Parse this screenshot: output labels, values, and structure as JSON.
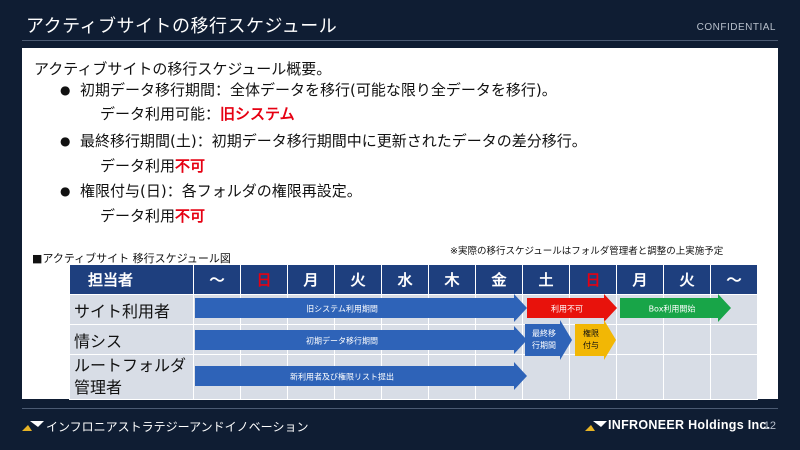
{
  "header": {
    "title": "アクティブサイトの移行スケジュール",
    "confidential": "CONFIDENTIAL"
  },
  "body": {
    "intro": "アクティブサイトの移行スケジュール概要。",
    "items": [
      {
        "text": "初期データ移行期間：全体データを移行(可能な限り全データを移行)。",
        "sub_prefix": "データ利用可能：",
        "sub_emph": "旧システム"
      },
      {
        "text": "最終移行期間(土)：初期データ移行期間中に更新されたデータの差分移行。",
        "sub_prefix": "データ利用",
        "sub_emph": "不可"
      },
      {
        "text": "権限付与(日)：各フォルダの権限再設定。",
        "sub_prefix": "データ利用",
        "sub_emph": "不可"
      }
    ]
  },
  "diagram": {
    "title": "■アクティブサイト 移行スケジュール図",
    "note": "※実際の移行スケジュールはフォルダ管理者と調整の上実施予定",
    "header": [
      "担当者",
      "～",
      "日",
      "月",
      "火",
      "水",
      "木",
      "金",
      "土",
      "日",
      "月",
      "火",
      "～"
    ],
    "roles": [
      "サイト利用者",
      "情シス",
      "ルートフォルダ",
      "管理者"
    ],
    "arrows": {
      "old_system": "旧システム利用期間",
      "unavailable": "利用不可",
      "box_start": "Box利用開始",
      "initial_migration": "初期データ移行期間",
      "final_migration_1": "最終移",
      "final_migration_2": "行期間",
      "permission_1": "権限",
      "permission_2": "付与",
      "new_users": "新利用者及び権限リスト提出"
    },
    "colors": {
      "header_bg": "#1e3f7e",
      "cell_bg": "#d8dde6",
      "arrow_blue": "#2e63b8",
      "arrow_red": "#e8120c",
      "arrow_green": "#18a548",
      "arrow_yellow": "#f2b705",
      "sunday": "#e60012"
    }
  },
  "footer": {
    "left": "インフロニアストラテジーアンドイノベーション",
    "right": "INFRONEER Holdings Inc.",
    "page": "12"
  }
}
